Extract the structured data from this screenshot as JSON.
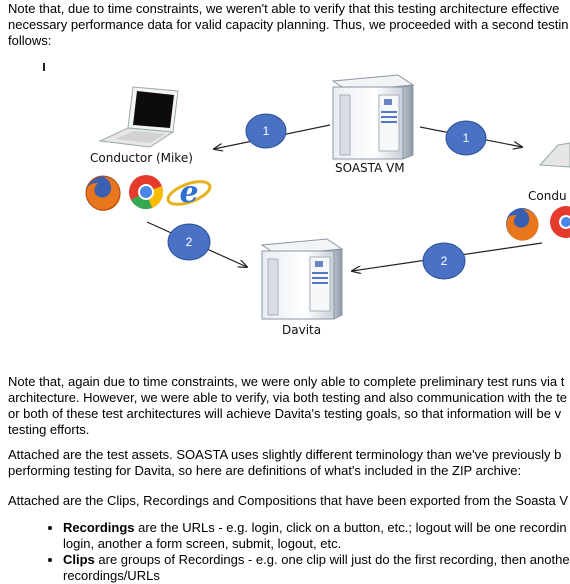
{
  "intro": {
    "line1": "Note that, due to time constraints, we weren't able to verify that this testing architecture effective",
    "line2": "necessary performance data for valid capacity planning. Thus, we proceeded with a second testin",
    "line3": "follows:"
  },
  "diagram": {
    "conductor_left": "Conductor (Mike)",
    "soasta_vm": "SOASTA VM",
    "conductor_right": "Condu",
    "davita": "Davita",
    "step1": "1",
    "step2": "2"
  },
  "body": {
    "p1_l1": "Note that, again due to time constraints, we were only able to complete preliminary test runs via t",
    "p1_l2": "architecture. However, we were able to verify, via both testing and also communication with the te",
    "p1_l3": "or both of these test architectures will achieve Davita's testing goals, so that information will be v",
    "p1_l4": "testing efforts.",
    "p2_l1": "Attached are the test assets. SOASTA uses slightly different terminology than we've previously b",
    "p2_l2": "performing testing for Davita, so here are definitions of what's included in the ZIP archive:",
    "p3_l1": "Attached are the Clips, Recordings and Compositions that have been exported from the Soasta V"
  },
  "bullets": [
    {
      "term": "Recordings",
      "text_l1": " are the URLs - e.g. login, click on a button, etc.; logout will be one recordin",
      "text_l2": "login, another a form screen, submit, logout, etc."
    },
    {
      "term": "Clips",
      "text_l1": " are groups of Recordings - e.g. one clip will just do the first recording, then anothe",
      "text_l2": "recordings/URLs"
    }
  ],
  "colors": {
    "circle_fill": "#4a72c4",
    "circle_stroke": "#2c4f96",
    "text": "#000000"
  }
}
